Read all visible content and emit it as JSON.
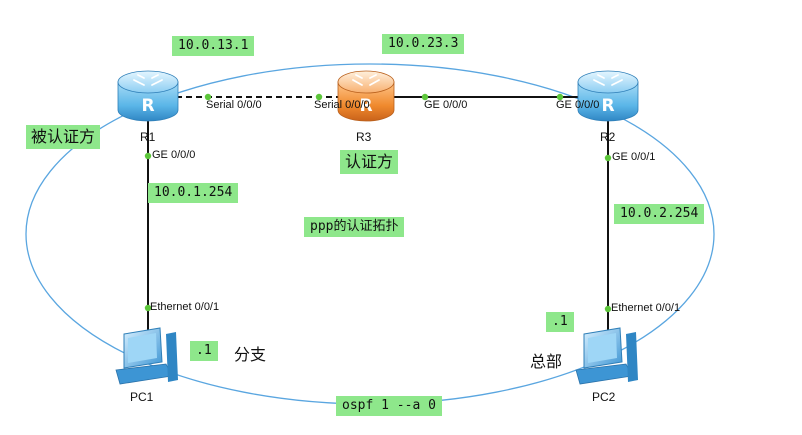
{
  "diagram": {
    "caption": "ppp的认证拓扑",
    "nodes": {
      "r1": {
        "label": "R1"
      },
      "r2": {
        "label": "R2"
      },
      "r3": {
        "label": "R3"
      },
      "pc1": {
        "label": "PC1"
      },
      "pc2": {
        "label": "PC2"
      }
    },
    "ports": {
      "r1_serial": "Serial 0/0/0",
      "r3_serial": "Serial 0/0/0",
      "r3_ge": "GE 0/0/0",
      "r2_ge0": "GE 0/0/0",
      "r1_ge": "GE 0/0/0",
      "r2_ge1": "GE 0/0/1",
      "pc1_eth": "Ethernet 0/0/1",
      "pc2_eth": "Ethernet 0/0/1"
    },
    "networks": {
      "r1_r3": "10.0.13.1",
      "r3_r2": "10.0.23.3",
      "r1_pc1": "10.0.1.254",
      "r2_pc2": "10.0.2.254",
      "pc1_host": ".1",
      "pc2_host": ".1",
      "ospf": "ospf 1 --a 0"
    },
    "roles": {
      "r1_role": "被认证方",
      "r3_role": "认证方",
      "pc1_site": "分支",
      "pc2_site": "总部"
    }
  },
  "colors": {
    "label_bg": "#8ee78b",
    "router_blue": "#5bb6e8",
    "router_orange": "#f08a2e",
    "ellipse": "#5aa6e0",
    "port_dot": "#5cc63a"
  }
}
